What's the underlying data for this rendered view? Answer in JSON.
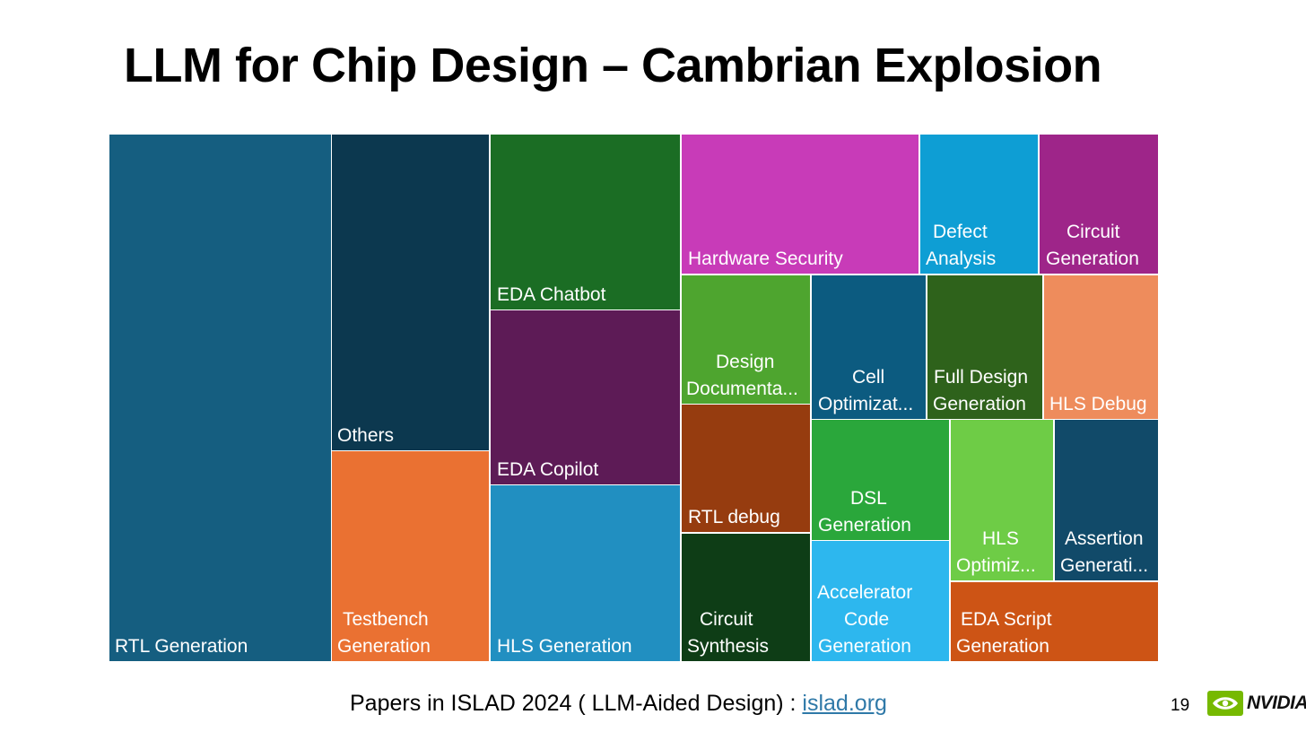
{
  "slide": {
    "title": "LLM for Chip Design – Cambrian Explosion",
    "footer_text": "Papers in ISLAD 2024 ( LLM-Aided Design) : ",
    "footer_link": "islad.org",
    "page_number": "19",
    "logo_text": "NVIDIA",
    "logo_icon": "nvidia-eye-icon"
  },
  "chart_data": {
    "type": "treemap",
    "title": "",
    "items": [
      {
        "label": "RTL Generation",
        "color": "#155e80"
      },
      {
        "label": "Others",
        "color": "#0c384f"
      },
      {
        "label": "Testbench Generation",
        "color": "#ea7132"
      },
      {
        "label": "EDA Chatbot",
        "color": "#1b6d24"
      },
      {
        "label": "EDA Copilot",
        "color": "#5d1b56"
      },
      {
        "label": "HLS Generation",
        "color": "#218fc1"
      },
      {
        "label": "Hardware Security",
        "color": "#c83bb8"
      },
      {
        "label": "Defect Analysis",
        "color": "#0e9ed4"
      },
      {
        "label": "Circuit Generation",
        "color": "#9e2589"
      },
      {
        "label": "Design Documenta...",
        "color": "#4ea52f"
      },
      {
        "label": "Cell Optimizat...",
        "color": "#0c5b80"
      },
      {
        "label": "Full Design Generation",
        "color": "#2e621b"
      },
      {
        "label": "HLS Debug",
        "color": "#ee8c5c"
      },
      {
        "label": "RTL debug",
        "color": "#963c0f"
      },
      {
        "label": "DSL Generation",
        "color": "#2aa73b"
      },
      {
        "label": "HLS Optimiz...",
        "color": "#6ecc46"
      },
      {
        "label": "Assertion Generati...",
        "color": "#114a69"
      },
      {
        "label": "Circuit Synthesis",
        "color": "#0e3d16"
      },
      {
        "label": "Accelerator Code Generation",
        "color": "#2db7ee"
      },
      {
        "label": "EDA Script Generation",
        "color": "#cd5415"
      }
    ]
  }
}
